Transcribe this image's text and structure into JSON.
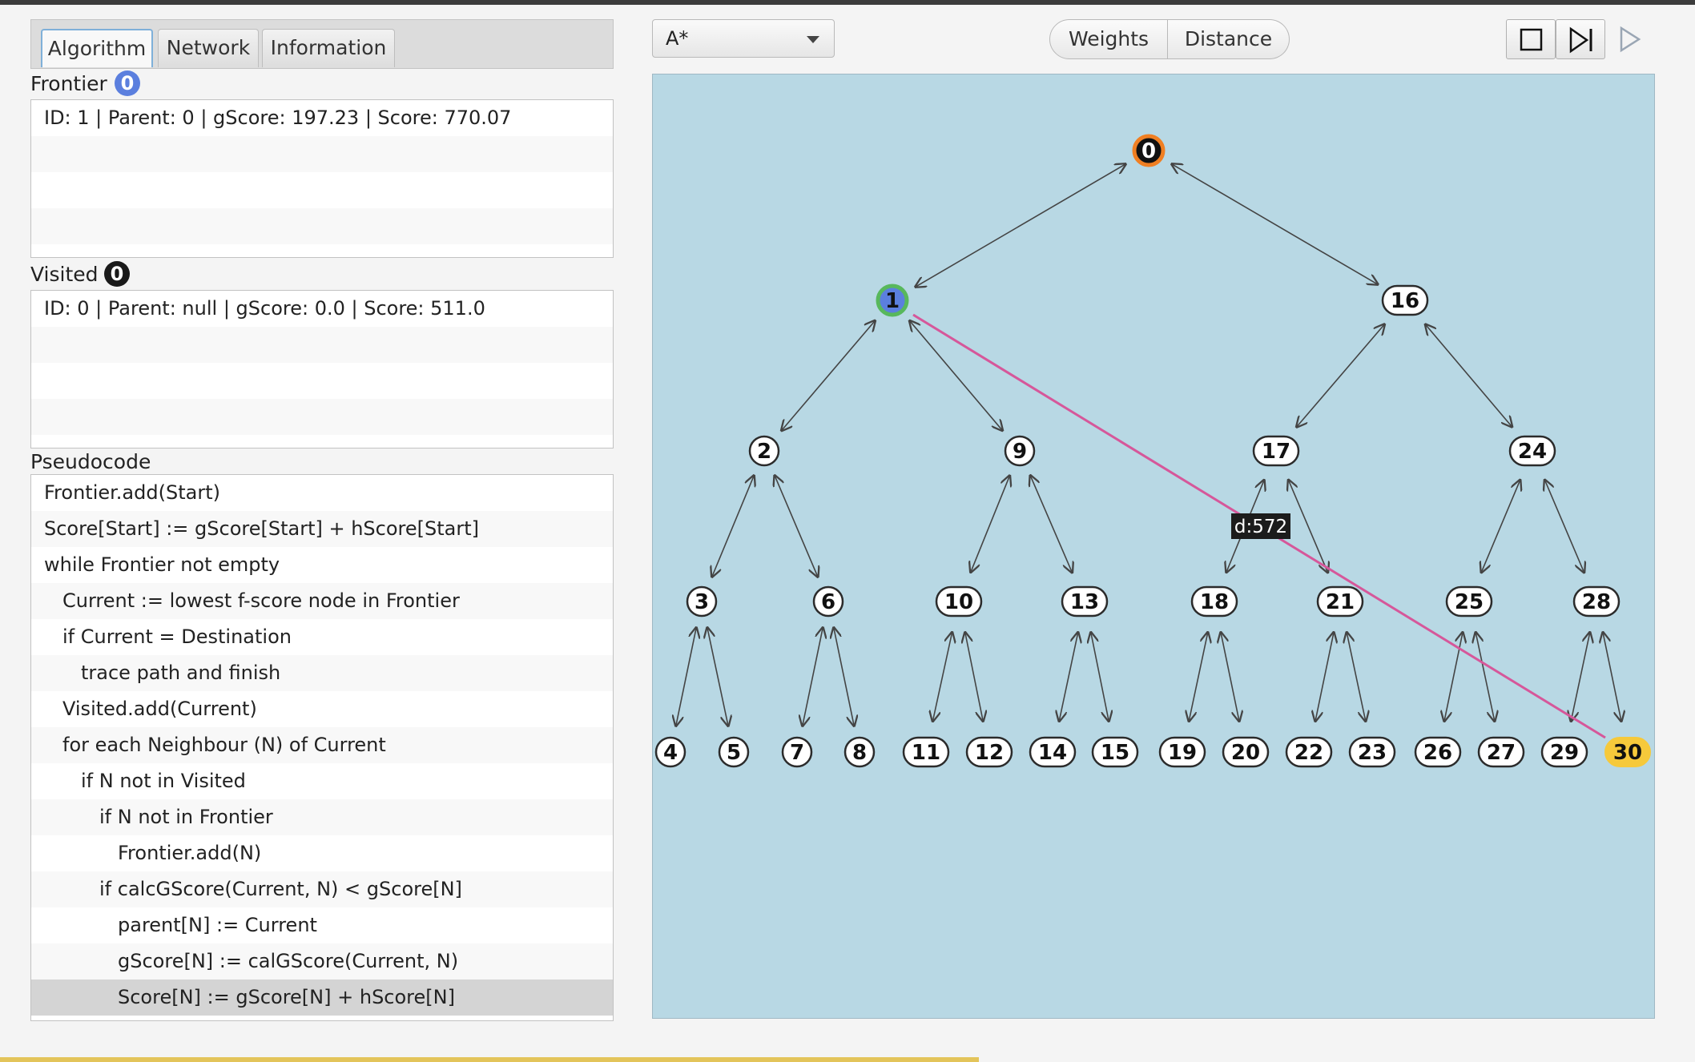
{
  "tabs": [
    "Algorithm",
    "Network",
    "Information"
  ],
  "frontier": {
    "label": "Frontier",
    "count": "0",
    "items": [
      "ID: 1 | Parent: 0 | gScore: 197.23 | Score: 770.07"
    ]
  },
  "visited": {
    "label": "Visited",
    "count": "0",
    "items": [
      "ID: 0 | Parent: null | gScore: 0.0 | Score: 511.0"
    ]
  },
  "pseudocode": {
    "label": "Pseudocode",
    "lines": [
      "Frontier.add(Start)",
      "Score[Start] := gScore[Start] + hScore[Start]",
      "while Frontier not empty",
      "Current := lowest f-score node in Frontier",
      "if Current = Destination",
      "trace path and finish",
      "Visited.add(Current)",
      "for each Neighbour (N) of Current",
      "if N not in Visited",
      "if N not in Frontier",
      "Frontier.add(N)",
      "if calcGScore(Current, N) < gScore[N]",
      "parent[N] := Current",
      "gScore[N] := calGScore(Current, N)",
      "Score[N] := gScore[N] + hScore[N]"
    ],
    "indent": [
      0,
      0,
      0,
      1,
      1,
      2,
      1,
      1,
      2,
      3,
      4,
      3,
      4,
      4,
      4
    ],
    "selected_index": 14
  },
  "toolbar": {
    "algorithm": "A*",
    "weights_label": "Weights",
    "distance_label": "Distance",
    "stop_icon": "stop-icon",
    "step_icon": "step-forward-icon",
    "play_icon": "play-icon"
  },
  "colors": {
    "start": "#f07f22",
    "current": "#58b85c",
    "current_fill": "#5b7fde",
    "goal": "#f6c93b",
    "distance_line": "#d6579a",
    "canvas": "#b8d8e4"
  },
  "graph": {
    "nodes": [
      "0",
      "1",
      "16",
      "2",
      "9",
      "17",
      "24",
      "3",
      "6",
      "10",
      "13",
      "18",
      "21",
      "25",
      "28",
      "4",
      "5",
      "7",
      "8",
      "11",
      "12",
      "14",
      "15",
      "19",
      "20",
      "22",
      "23",
      "26",
      "27",
      "29",
      "30"
    ],
    "start_node": "0",
    "current_node": "1",
    "goal_node": "30",
    "edges": [
      [
        "0",
        "1"
      ],
      [
        "0",
        "16"
      ],
      [
        "1",
        "2"
      ],
      [
        "1",
        "9"
      ],
      [
        "16",
        "17"
      ],
      [
        "16",
        "24"
      ],
      [
        "2",
        "3"
      ],
      [
        "2",
        "6"
      ],
      [
        "9",
        "10"
      ],
      [
        "9",
        "13"
      ],
      [
        "17",
        "18"
      ],
      [
        "17",
        "21"
      ],
      [
        "24",
        "25"
      ],
      [
        "24",
        "28"
      ],
      [
        "3",
        "4"
      ],
      [
        "3",
        "5"
      ],
      [
        "6",
        "7"
      ],
      [
        "6",
        "8"
      ],
      [
        "10",
        "11"
      ],
      [
        "10",
        "12"
      ],
      [
        "13",
        "14"
      ],
      [
        "13",
        "15"
      ],
      [
        "18",
        "19"
      ],
      [
        "18",
        "20"
      ],
      [
        "21",
        "22"
      ],
      [
        "21",
        "23"
      ],
      [
        "25",
        "26"
      ],
      [
        "25",
        "27"
      ],
      [
        "28",
        "29"
      ],
      [
        "28",
        "30"
      ]
    ],
    "distance_line": [
      "1",
      "30"
    ],
    "distance_label": "d:572"
  }
}
